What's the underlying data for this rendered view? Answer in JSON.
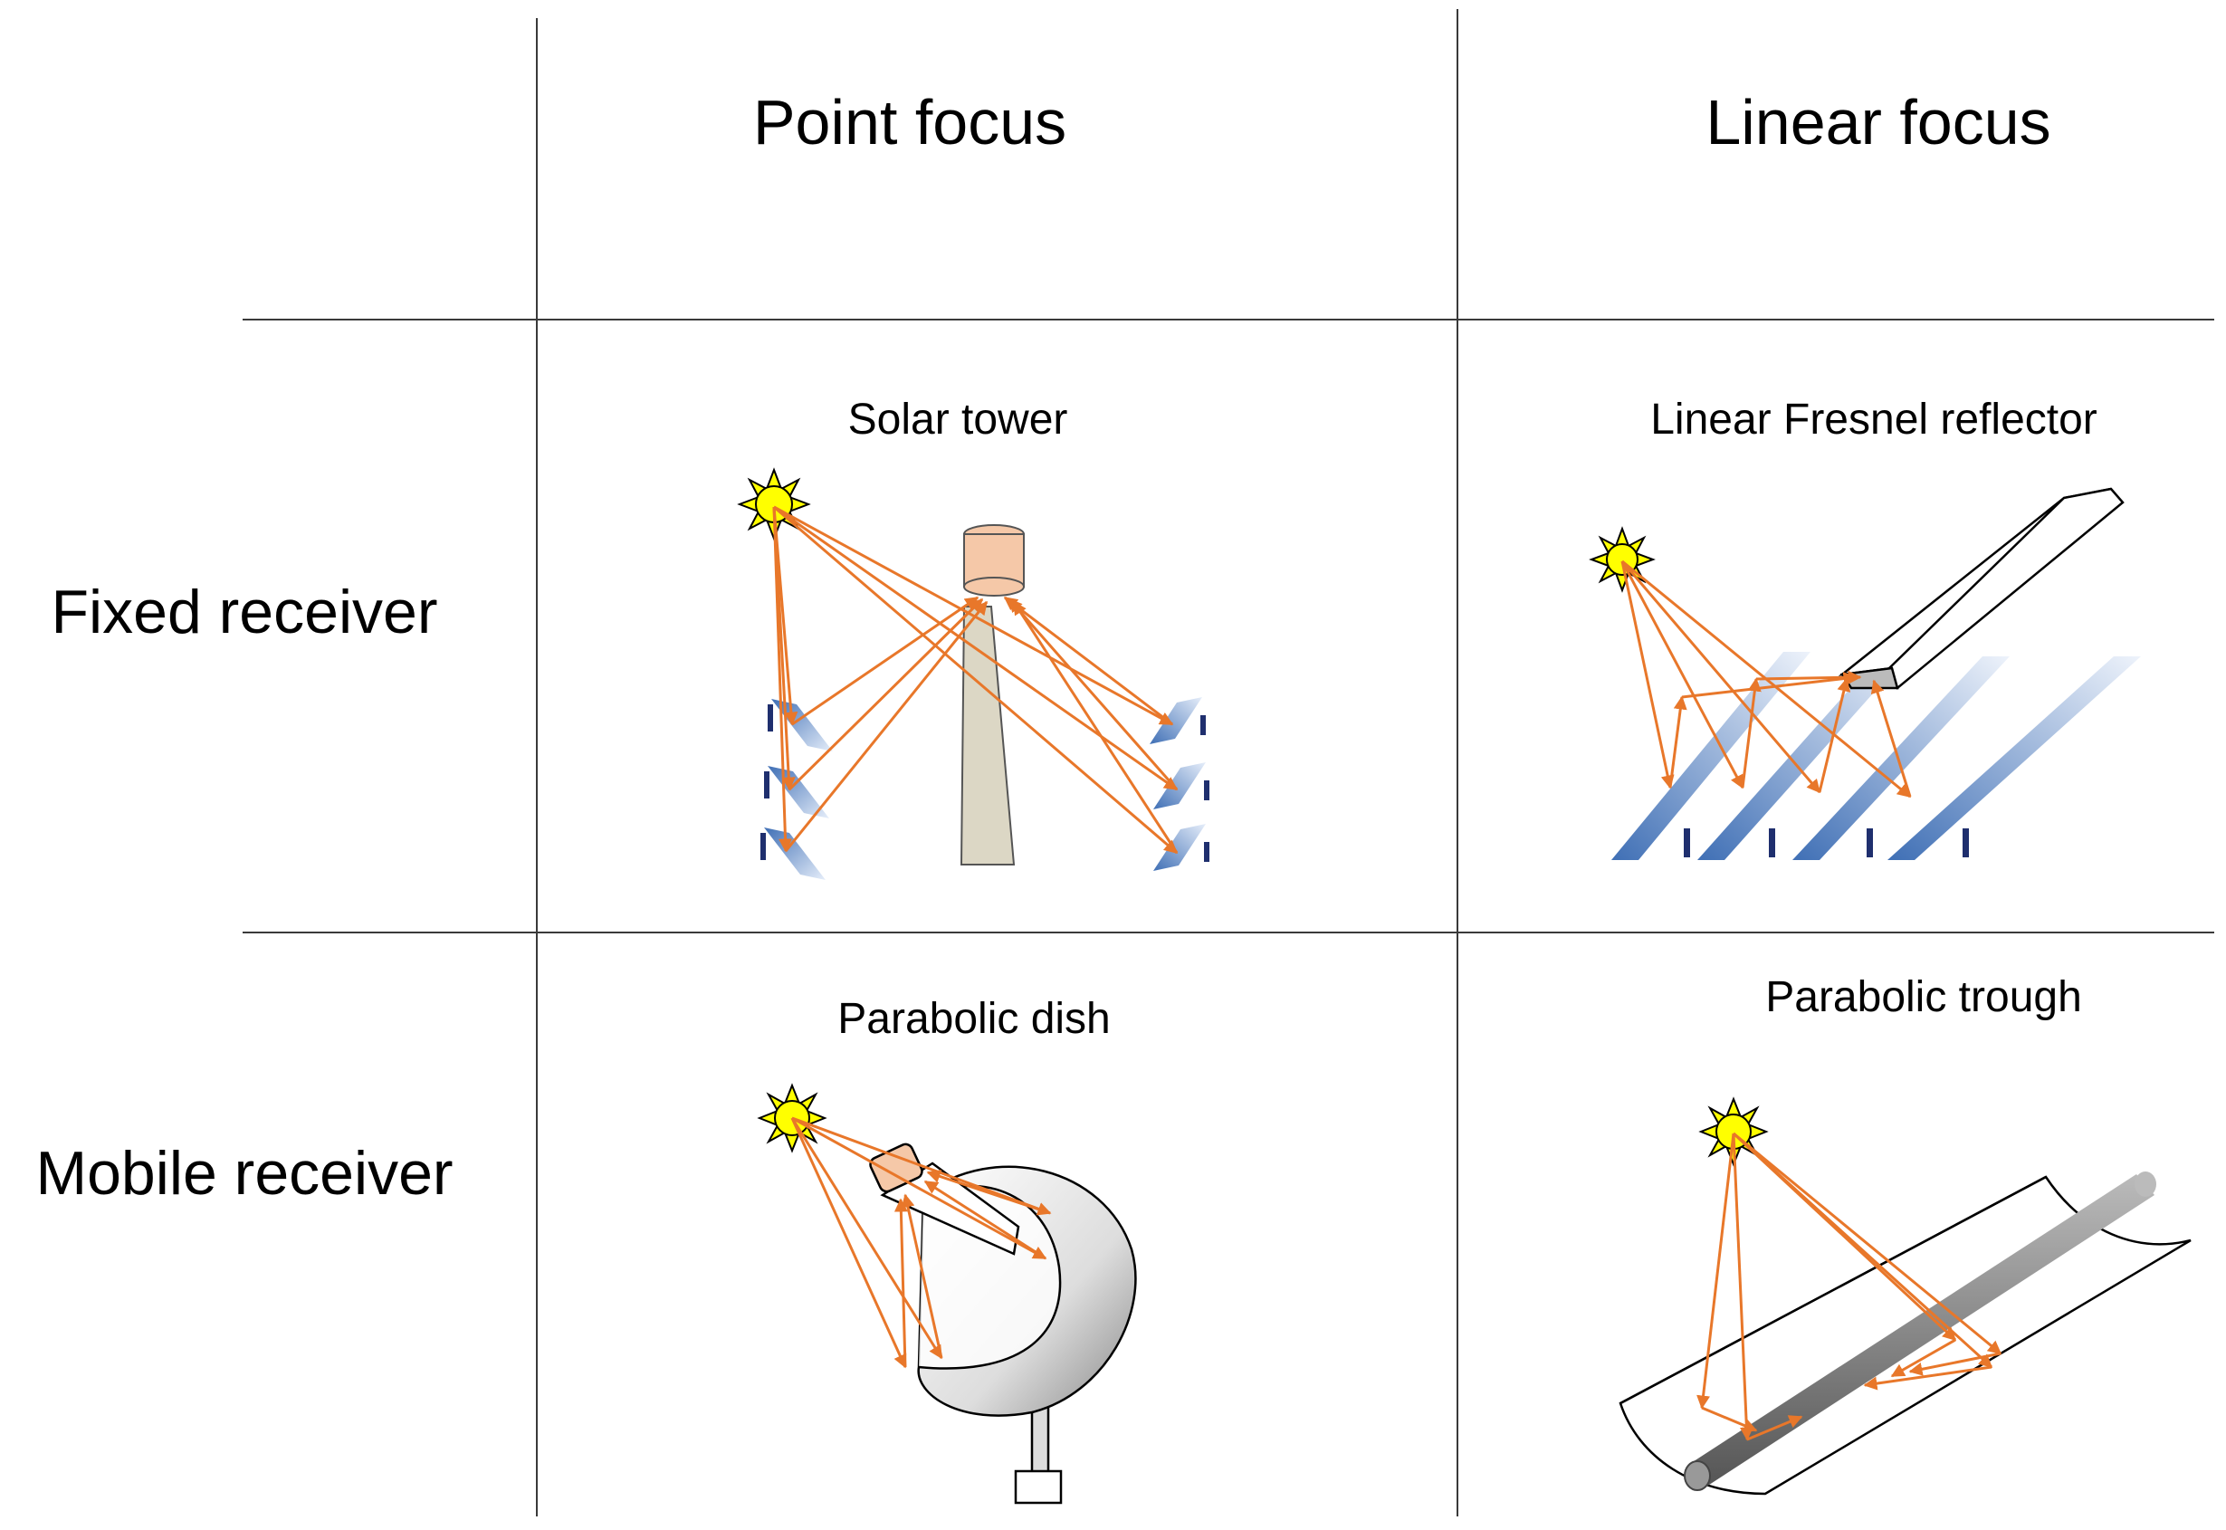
{
  "columns": [
    "Point focus",
    "Linear focus"
  ],
  "rows": [
    "Fixed receiver",
    "Mobile receiver"
  ],
  "cells": {
    "solar_tower": "Solar tower",
    "linear_fresnel": "Linear Fresnel reflector",
    "parabolic_dish": "Parabolic dish",
    "parabolic_trough": "Parabolic trough"
  },
  "colors": {
    "ray": "#e8772a",
    "sun": "#ffff00",
    "mirror": "#4f7fbf",
    "tower": "#dcd7c5",
    "receiver": "#f5c8a8",
    "support": "#1f2f6e",
    "grid": "#3a3a3a"
  }
}
